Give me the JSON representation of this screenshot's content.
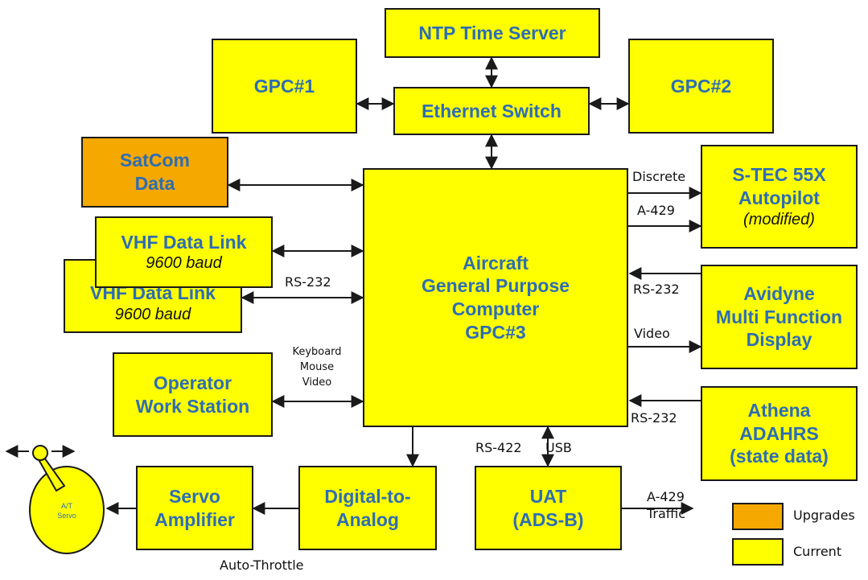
{
  "boxes": {
    "ntp": "NTP Time Server",
    "gpc1": "GPC#1",
    "gpc2": "GPC#2",
    "ethernet": "Ethernet Switch",
    "satcom": [
      "SatCom",
      "Data"
    ],
    "vhf_back": {
      "title": "VHF Data Link",
      "sub": "9600 baud"
    },
    "vhf_front": {
      "title": "VHF Data Link",
      "sub": "9600 baud"
    },
    "aircraft": [
      "Aircraft",
      "General Purpose",
      "Computer",
      "GPC#3"
    ],
    "stec": {
      "lines": [
        "S-TEC 55X",
        "Autopilot"
      ],
      "sub": "(modified)"
    },
    "avidyne": [
      "Avidyne",
      "Multi Function",
      "Display"
    ],
    "athena": [
      "Athena",
      "ADAHRS",
      "(state data)"
    ],
    "operator": [
      "Operator",
      "Work Station"
    ],
    "servo_amp": [
      "Servo",
      "Amplifier"
    ],
    "d2a": [
      "Digital-to-",
      "Analog"
    ],
    "uat": [
      "UAT",
      "(ADS-B)"
    ],
    "at_servo": [
      "A/T",
      "Servo"
    ]
  },
  "labels": {
    "discrete": "Discrete",
    "a429_top": "A-429",
    "rs232_right1": "RS-232",
    "video_right": "Video",
    "rs232_right2": "RS-232",
    "rs232_left": "RS-232",
    "kmv": [
      "Keyboard",
      "Mouse",
      "Video"
    ],
    "rs422": "RS-422",
    "usb": "USB",
    "a429_traffic": [
      "A-429",
      "Traffic"
    ],
    "auto_throttle": "Auto-Throttle"
  },
  "legend": {
    "upgrades": {
      "label": "Upgrades",
      "color": "#f5a800"
    },
    "current": {
      "label": "Current",
      "color": "#ffff00"
    }
  },
  "colors": {
    "box_fill": "#ffff00",
    "upgrade_fill": "#f5a800",
    "title_text": "#2e6db4"
  }
}
